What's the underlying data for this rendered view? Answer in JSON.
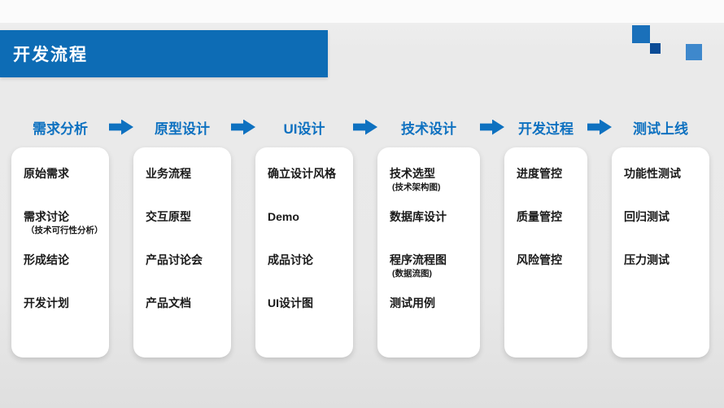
{
  "header": {
    "title": "开发流程"
  },
  "colors": {
    "banner_blue": "#0d6cb5",
    "accent_blue": "#0e71c0",
    "square_dark": "#0c4c96",
    "square_light": "#3e88cc"
  },
  "flow": {
    "columns": [
      {
        "heading": "需求分析",
        "items": [
          {
            "label": "原始需求"
          },
          {
            "label": "需求讨论",
            "note": "（技术可行性分析）"
          },
          {
            "label": "形成结论"
          },
          {
            "label": "开发计划"
          }
        ]
      },
      {
        "heading": "原型设计",
        "items": [
          {
            "label": "业务流程"
          },
          {
            "label": "交互原型"
          },
          {
            "label": "产品讨论会"
          },
          {
            "label": "产品文档"
          }
        ]
      },
      {
        "heading": "UI设计",
        "items": [
          {
            "label": "确立设计风格"
          },
          {
            "label": "Demo"
          },
          {
            "label": "成品讨论"
          },
          {
            "label": "UI设计图"
          }
        ]
      },
      {
        "heading": "技术设计",
        "items": [
          {
            "label": "技术选型",
            "note": "(技术架构图)"
          },
          {
            "label": "数据库设计"
          },
          {
            "label": "程序流程图",
            "note": "(数据流图)"
          },
          {
            "label": "测试用例"
          }
        ]
      },
      {
        "heading": "开发过程",
        "items": [
          {
            "label": "进度管控"
          },
          {
            "label": "质量管控"
          },
          {
            "label": "风险管控"
          }
        ]
      },
      {
        "heading": "测试上线",
        "items": [
          {
            "label": "功能性测试"
          },
          {
            "label": "回归测试"
          },
          {
            "label": "压力测试"
          }
        ]
      }
    ]
  }
}
